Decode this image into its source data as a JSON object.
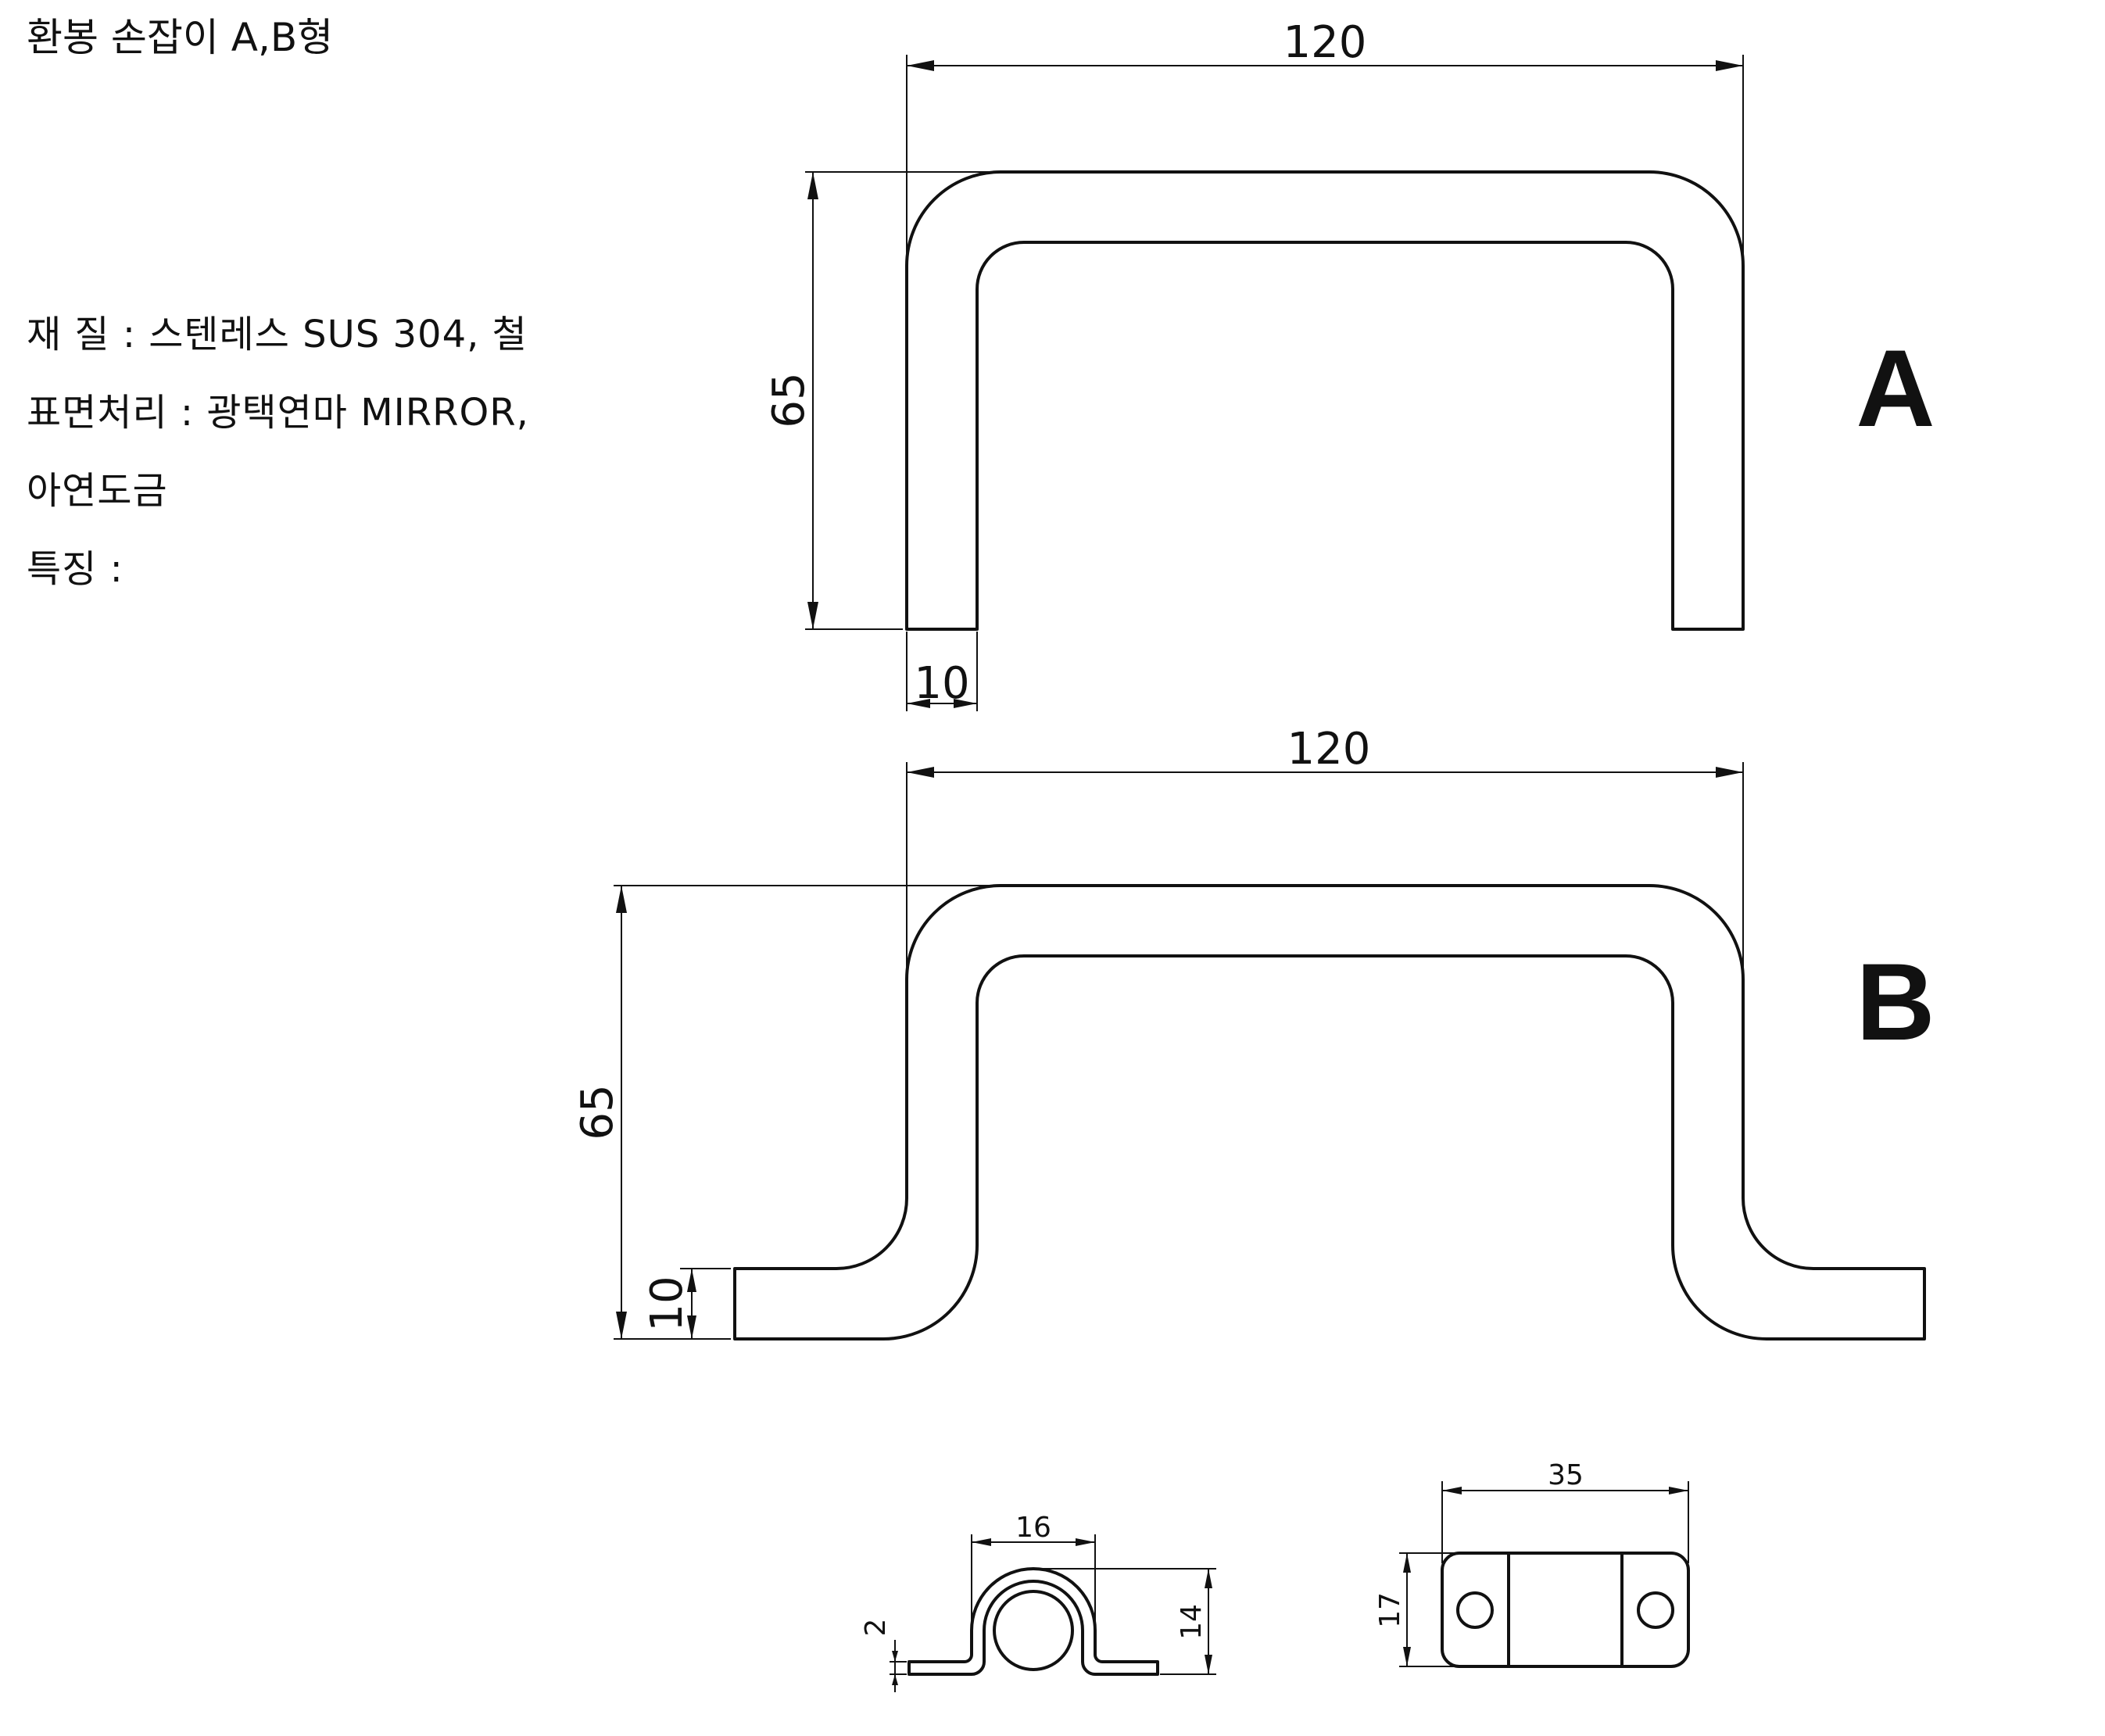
{
  "title": "환봉 손잡이 A,B형",
  "specs": {
    "material": "재 질 : 스텐레스 SUS 304, 철",
    "surface": "표면처리 : 광택연마 MIRROR,",
    "plating": "아연도금",
    "features": "특징 :"
  },
  "views": {
    "a": {
      "label": "A",
      "width": "120",
      "height": "65",
      "diameter": "10"
    },
    "b": {
      "label": "B",
      "width": "120",
      "height": "65",
      "diameter": "10"
    },
    "clip_side": {
      "width": "16",
      "height": "14",
      "thickness": "2"
    },
    "clip_top": {
      "width": "35",
      "height": "17"
    }
  }
}
